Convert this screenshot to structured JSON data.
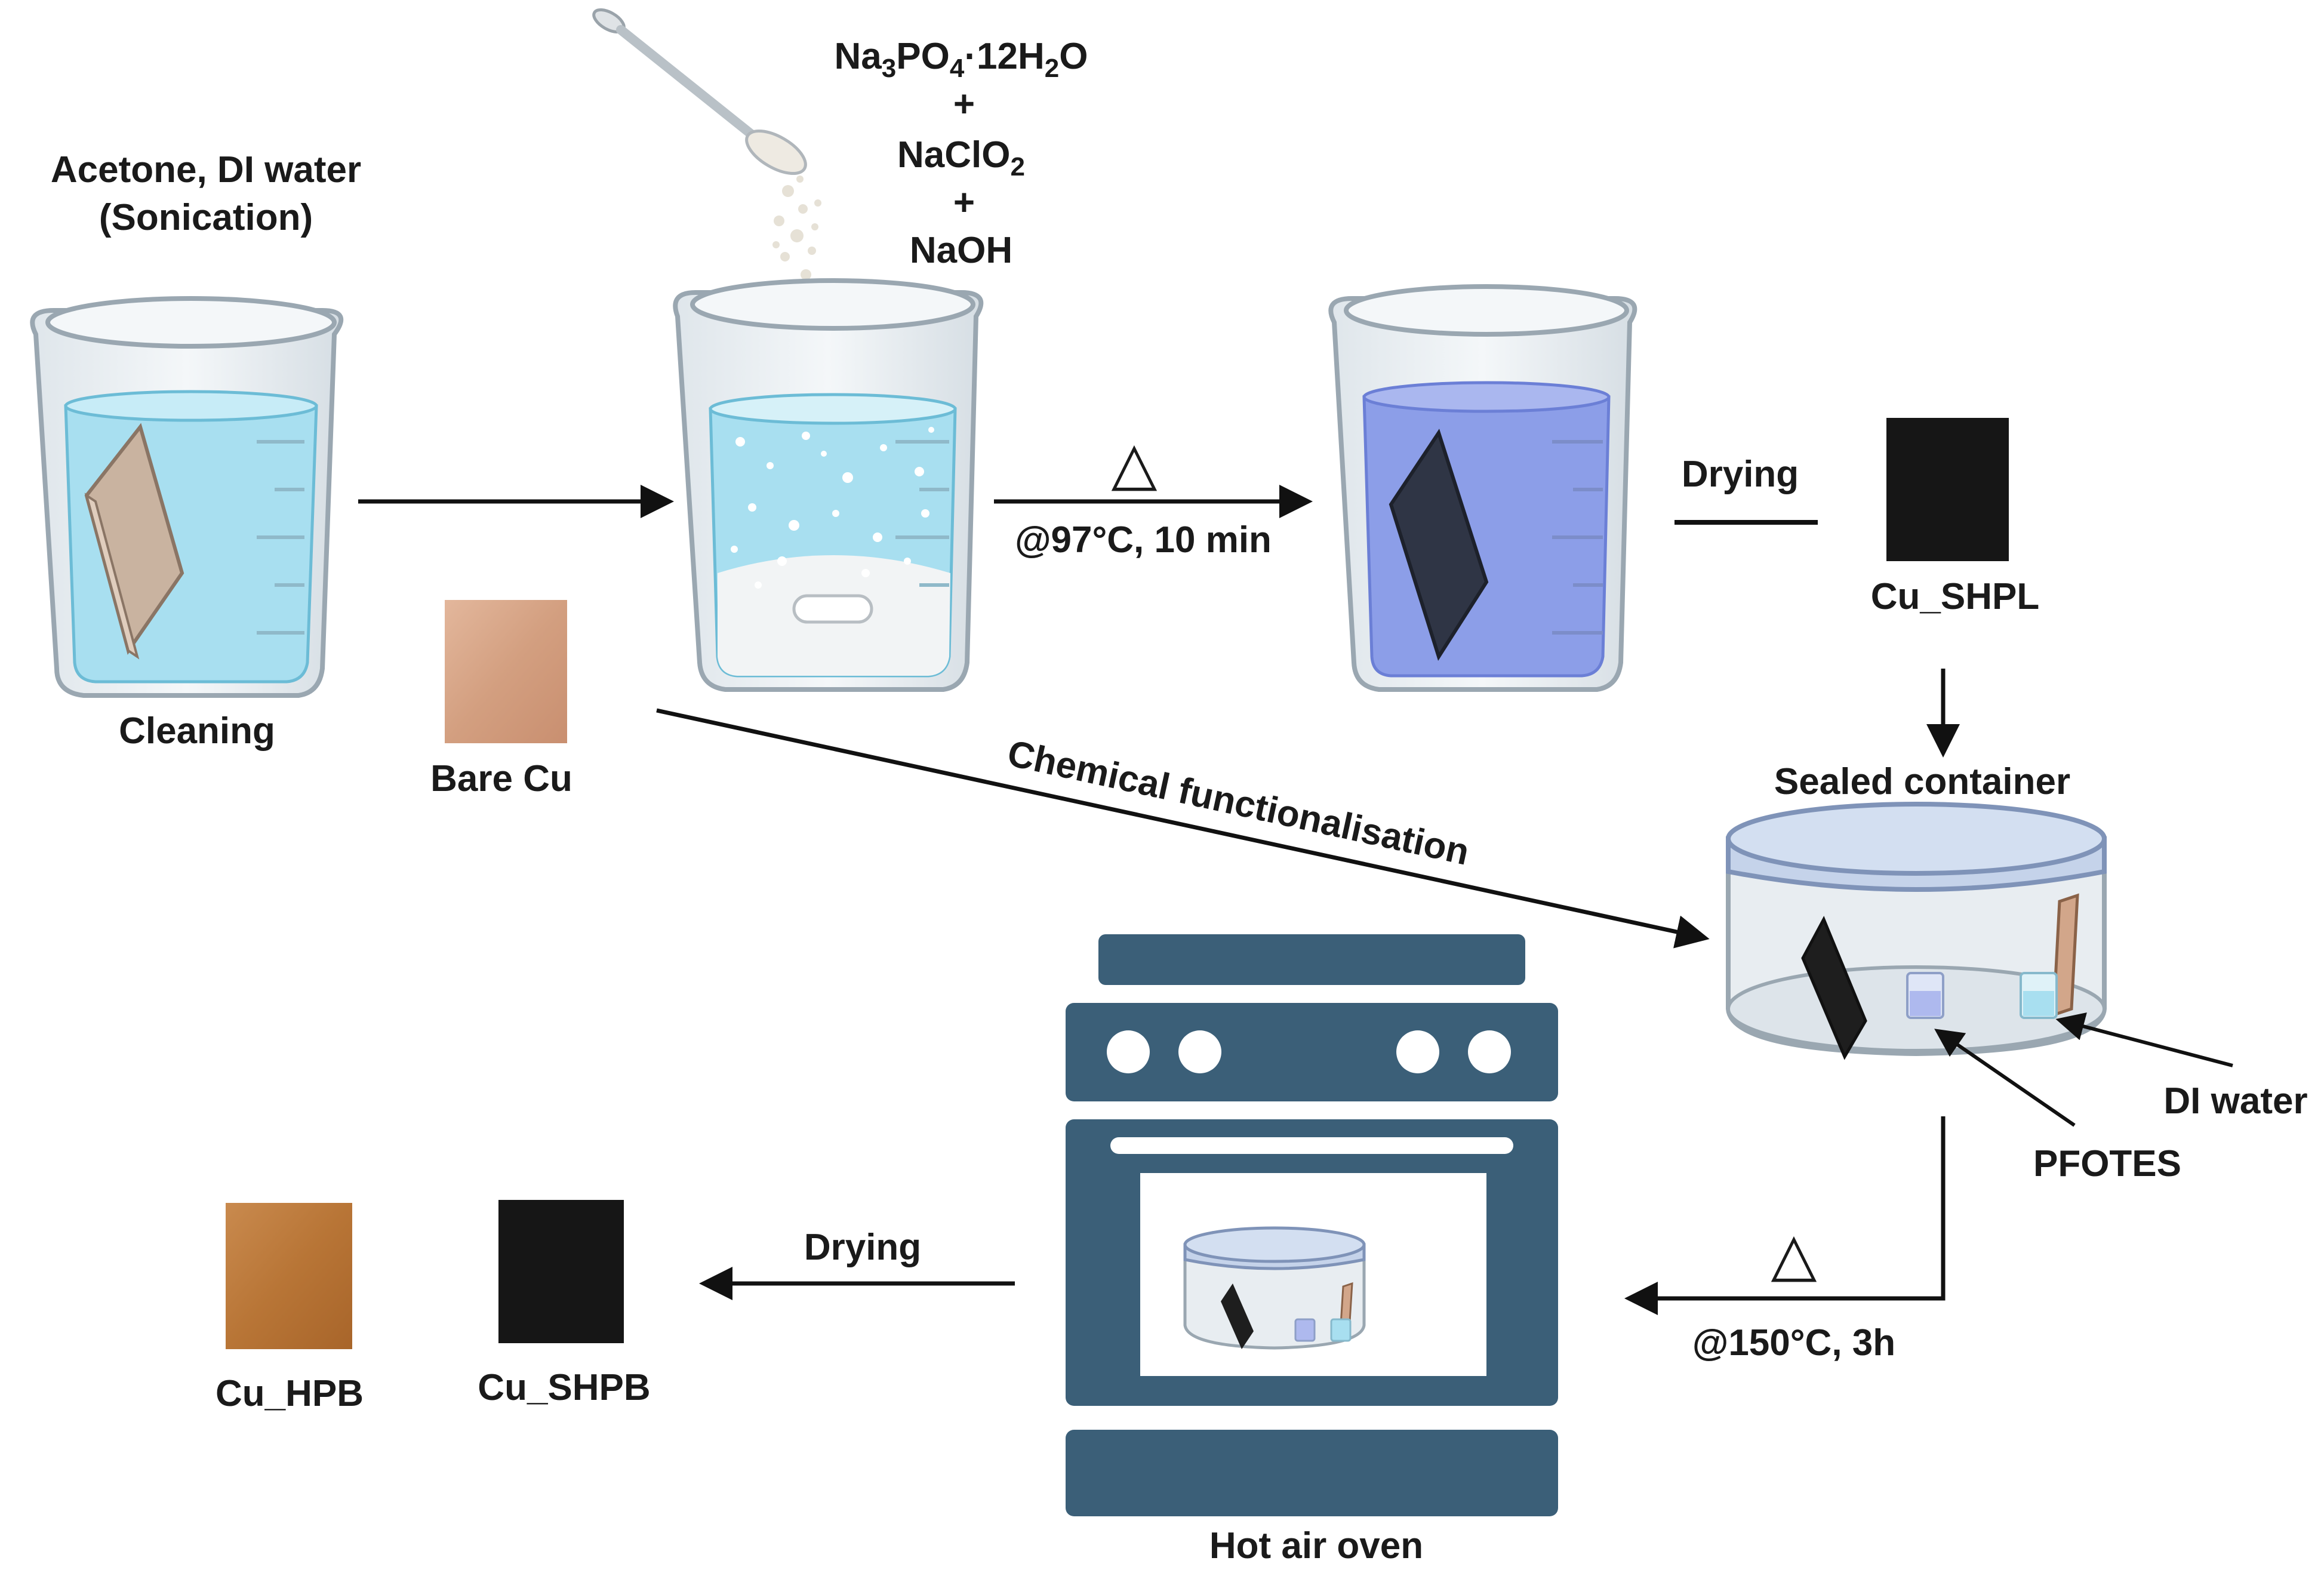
{
  "cleaning": {
    "solvent_line1": "Acetone, DI water",
    "solvent_line2": "(Sonication)",
    "label": "Cleaning"
  },
  "reagents": {
    "r1_part1": "Na",
    "r1_sub1": "3",
    "r1_part2": "PO",
    "r1_sub2": "4",
    "r1_part3": "·12H",
    "r1_sub3": "2",
    "r1_part4": "O",
    "plus": "+",
    "r2_part1": "NaClO",
    "r2_sub1": "2",
    "r3": "NaOH"
  },
  "bare_cu": {
    "label": "Bare Cu",
    "color": "#d9a88a"
  },
  "heating_step": {
    "symbol": "△",
    "condition": "@97°C, 10 min"
  },
  "drying_step_1": {
    "label": "Drying"
  },
  "cu_shpl": {
    "label": "Cu_SHPL",
    "color": "#161616"
  },
  "functionalisation": {
    "label": "Chemical functionalisation"
  },
  "sealed_container": {
    "label": "Sealed container",
    "di_water": "DI water",
    "pfotes": "PFOTES",
    "lid_color": "#c5d3ea"
  },
  "heating_step_2": {
    "symbol": "△",
    "condition": "@150°C, 3h"
  },
  "oven": {
    "label": "Hot air oven",
    "color": "#3b5f78"
  },
  "drying_step_2": {
    "label": "Drying"
  },
  "cu_shpb": {
    "label": "Cu_SHPB",
    "color": "#161616"
  },
  "cu_hpb": {
    "label": "Cu_HPB",
    "color": "#b8793f"
  },
  "colors": {
    "water_light": "#a8dff0",
    "solution_blue": "#8c9ee8",
    "glass": "#e9eef2",
    "arrow": "#111111"
  }
}
